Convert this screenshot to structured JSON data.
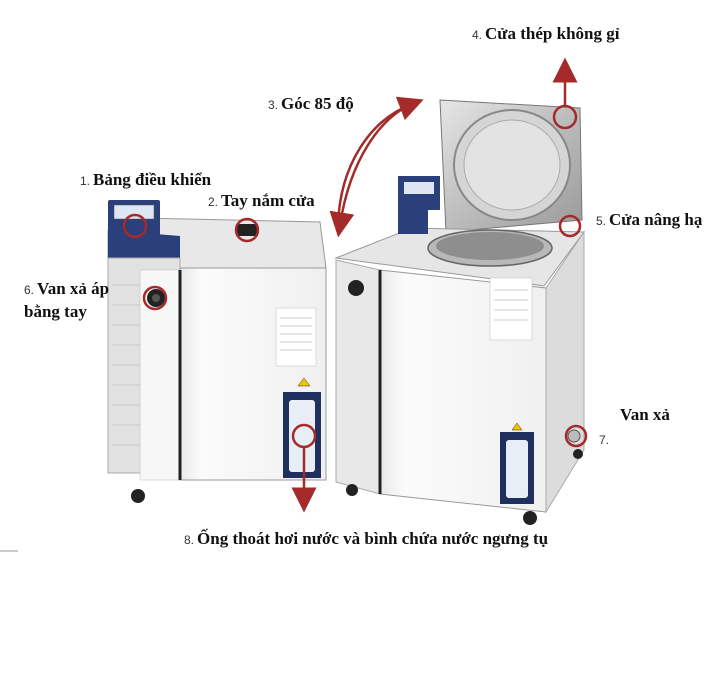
{
  "labels": [
    {
      "num": "1.",
      "text": "Bảng điều khiển"
    },
    {
      "num": "2.",
      "text": "Tay nắm cửa"
    },
    {
      "num": "3.",
      "text": "Góc 85 độ"
    },
    {
      "num": "4.",
      "text": "Cửa thép không gỉ"
    },
    {
      "num": "5.",
      "text": "Cửa nâng hạ"
    },
    {
      "num": "6.",
      "text": "Van xả áp bằng tay"
    },
    {
      "num": "7.",
      "text": "Van xả"
    },
    {
      "num": "8.",
      "text": "Ống thoát hơi nước và bình chứa nước ngưng tụ"
    }
  ],
  "colors": {
    "callout": "#a52a2a",
    "panel_blue": "#2b3f7a",
    "body": "#f3f3f3",
    "stainless": "#c8c8c8"
  }
}
